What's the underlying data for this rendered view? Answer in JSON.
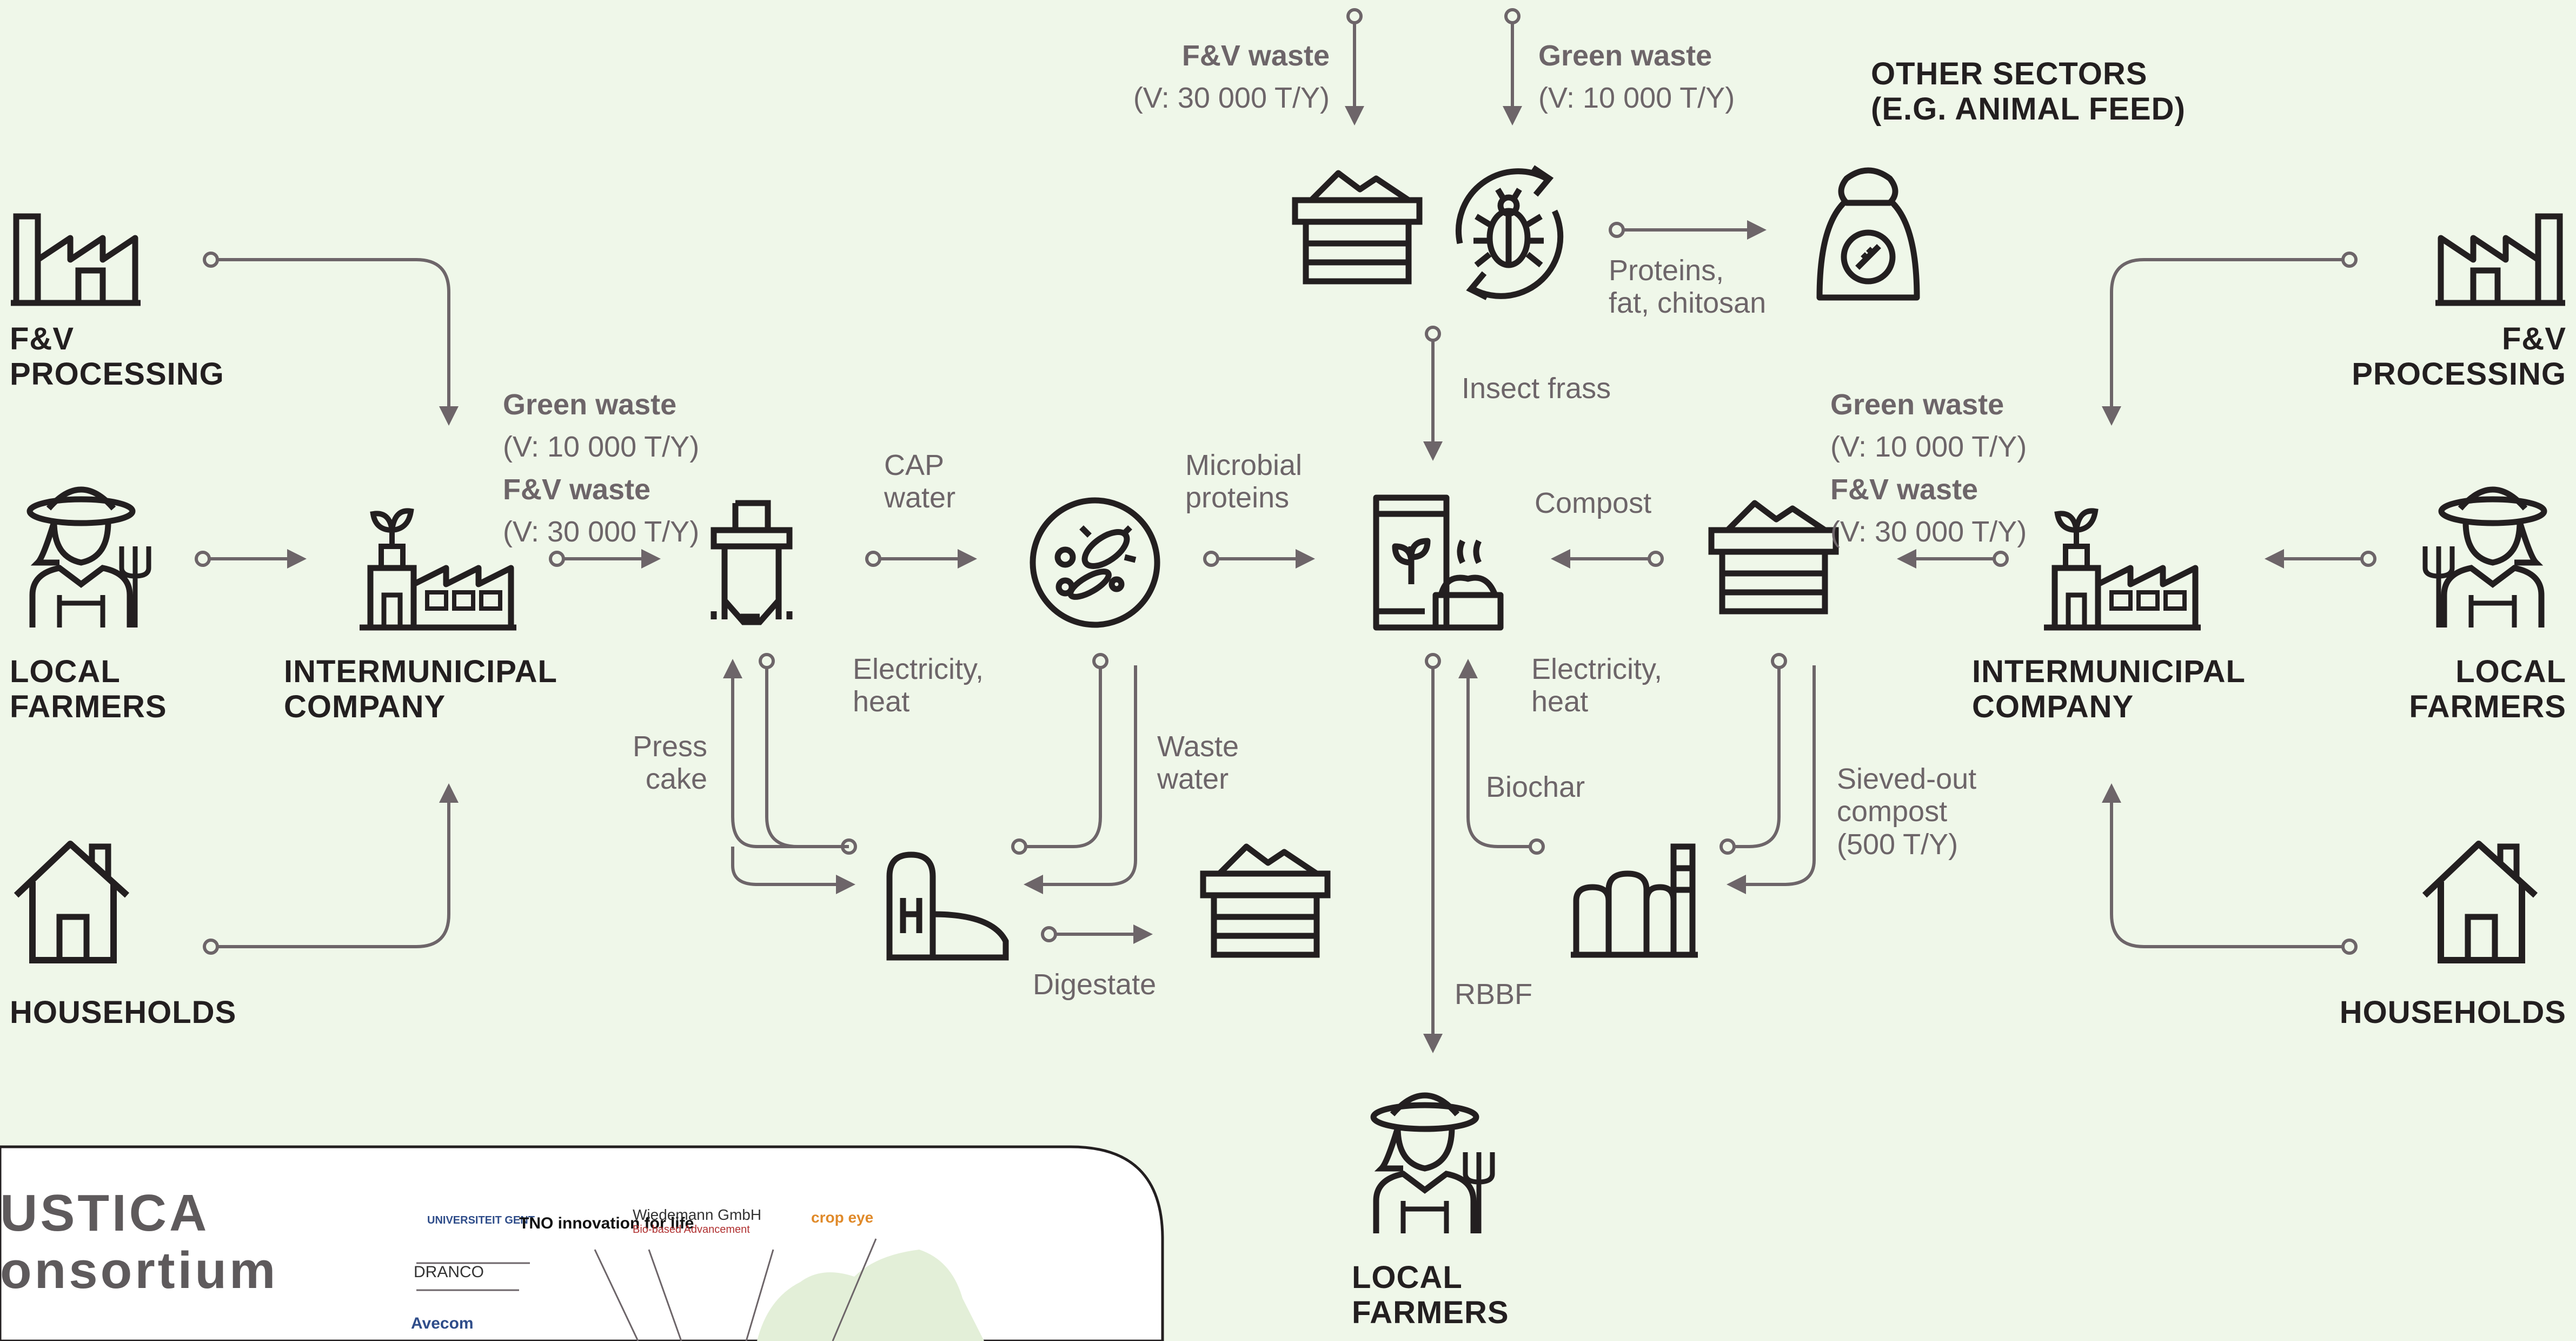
{
  "nodes": {
    "fv_processing_left": "F&V\nPROCESSING",
    "local_farmers_left": "LOCAL\nFARMERS",
    "households_left": "HOUSEHOLDS",
    "intermunicipal_left": "INTERMUNICIPAL\nCOMPANY",
    "other_sectors": "OTHER SECTORS\n(E.G. ANIMAL FEED)",
    "fv_processing_right": "F&V\nPROCESSING",
    "local_farmers_right": "LOCAL\nFARMERS",
    "households_right": "HOUSEHOLDS",
    "intermunicipal_right": "INTERMUNICIPAL\nCOMPANY",
    "local_farmers_bottom": "LOCAL\nFARMERS"
  },
  "flows": {
    "left_green_waste": "Green waste",
    "left_green_volume": "(V: 10 000 T/Y)",
    "left_fv_waste": "F&V waste",
    "left_fv_volume": "(V: 30 000 T/Y)",
    "top_fv_waste": "F&V waste",
    "top_fv_volume": "(V: 30 000 T/Y)",
    "top_green_waste": "Green waste",
    "top_green_volume": "(V: 10 000 T/Y)",
    "right_green_waste": "Green waste",
    "right_green_volume": "(V: 10 000 T/Y)",
    "right_fv_waste": "F&V waste",
    "right_fv_volume": "(V: 30 000 T/Y)",
    "cap_water": "CAP\nwater",
    "microbial_proteins": "Microbial\nproteins",
    "electricity_heat_left": "Electricity,\nheat",
    "press_cake": "Press\ncake",
    "waste_water": "Waste\nwater",
    "digestate": "Digestate",
    "proteins": "Proteins,\nfat, chitosan",
    "insect_frass": "Insect frass",
    "compost": "Compost",
    "electricity_heat_right": "Electricity,\nheat",
    "biochar": "Biochar",
    "sieved_compost": "Sieved-out\ncompost\n(500 T/Y)",
    "rbbf": "RBBF"
  },
  "consortium": {
    "title": "USTICA\nonsortium",
    "logos": [
      "UNIVERSITEIT GENT",
      "TNO innovation for life",
      "Wiedemann GmbH",
      "Bio-based Advancement",
      "crop eye",
      "DRANCO",
      "Avecom"
    ]
  },
  "colors": {
    "background": "#eff7e9",
    "icon": "#231f20",
    "arrow": "#6d6569",
    "label": "#6d6569"
  }
}
